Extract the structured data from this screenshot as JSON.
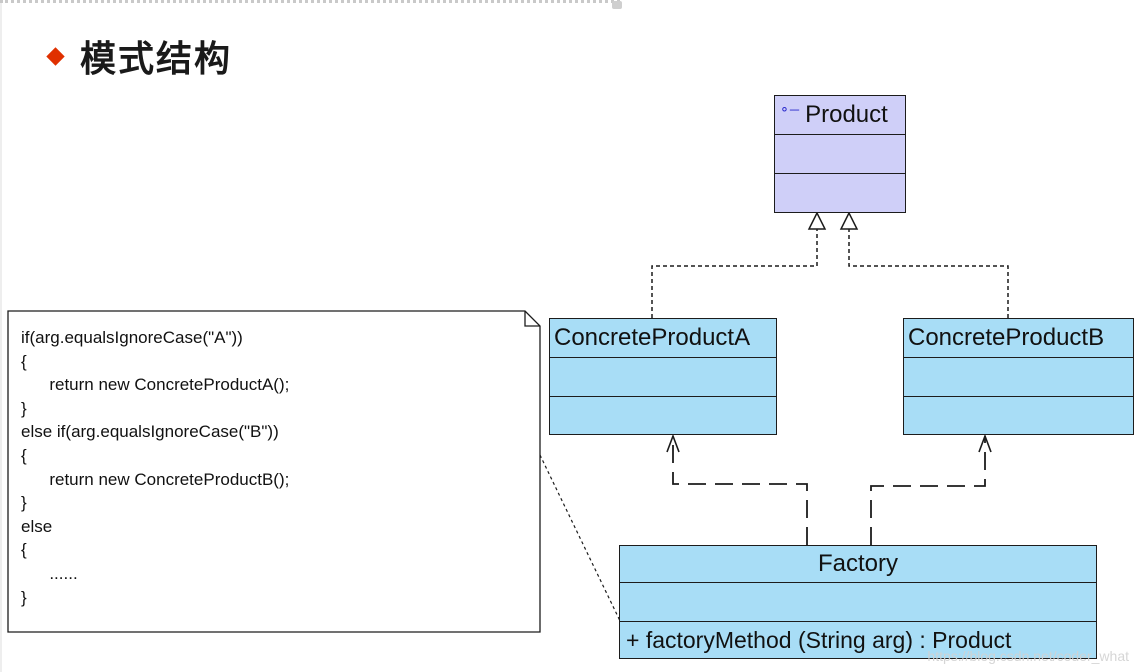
{
  "heading": {
    "text": "模式结构"
  },
  "diagram": {
    "product": {
      "name": "Product",
      "stereotype_icon": "interface-icon"
    },
    "concrete_product_a": {
      "name": "ConcreteProductA"
    },
    "concrete_product_b": {
      "name": "ConcreteProductB"
    },
    "factory": {
      "name": "Factory",
      "operation": "+  factoryMethod (String arg)  : Product"
    },
    "note": {
      "code": "if(arg.equalsIgnoreCase(\"A\"))\n{\n      return new ConcreteProductA();\n}\nelse if(arg.equalsIgnoreCase(\"B\"))\n{\n      return new ConcreteProductB();\n}\nelse\n{\n      ......\n}"
    }
  },
  "watermark": {
    "text": "https://blog.csdn.net/coder_what"
  },
  "colors": {
    "interface_fill": "#cfcff8",
    "class_fill": "#a8ddf6",
    "bullet": "#e03000"
  }
}
